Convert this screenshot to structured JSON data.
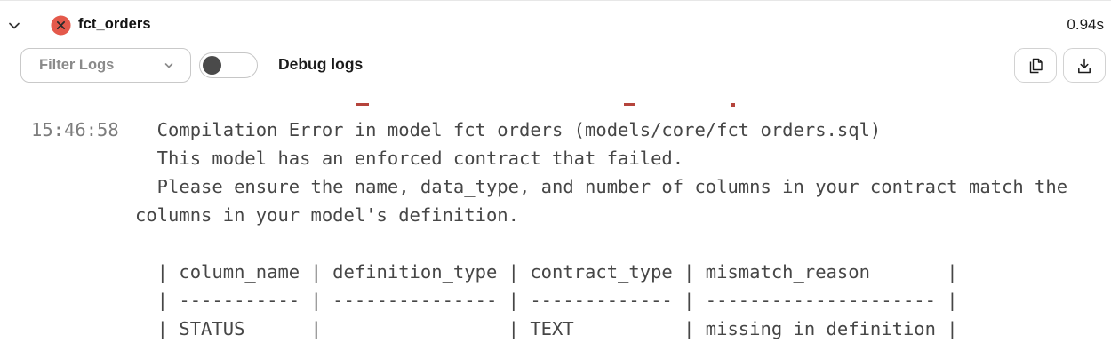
{
  "header": {
    "title": "fct_orders",
    "duration": "0.94s",
    "status": "error"
  },
  "toolbar": {
    "filter_label": "Filter Logs",
    "debug_toggle_label": "Debug logs",
    "debug_toggle_state": "off"
  },
  "log": {
    "timestamp": "15:46:58",
    "lines": [
      "  Compilation Error in model fct_orders (models/core/fct_orders.sql)",
      "  This model has an enforced contract that failed.",
      "  Please ensure the name, data_type, and number of columns in your contract match the",
      "columns in your model's definition.",
      "",
      "  | column_name | definition_type | contract_type | mismatch_reason       |",
      "  | ----------- | --------------- | ------------- | --------------------- |",
      "  | STATUS      |                 | TEXT          | missing in definition |"
    ],
    "table": {
      "headers": [
        "column_name",
        "definition_type",
        "contract_type",
        "mismatch_reason"
      ],
      "rows": [
        [
          "STATUS",
          "",
          "TEXT",
          "missing in definition"
        ]
      ]
    }
  },
  "colors": {
    "error_red": "#e4594b",
    "error_x": "#2b2b2b",
    "fragment_red": "#b5443c"
  }
}
